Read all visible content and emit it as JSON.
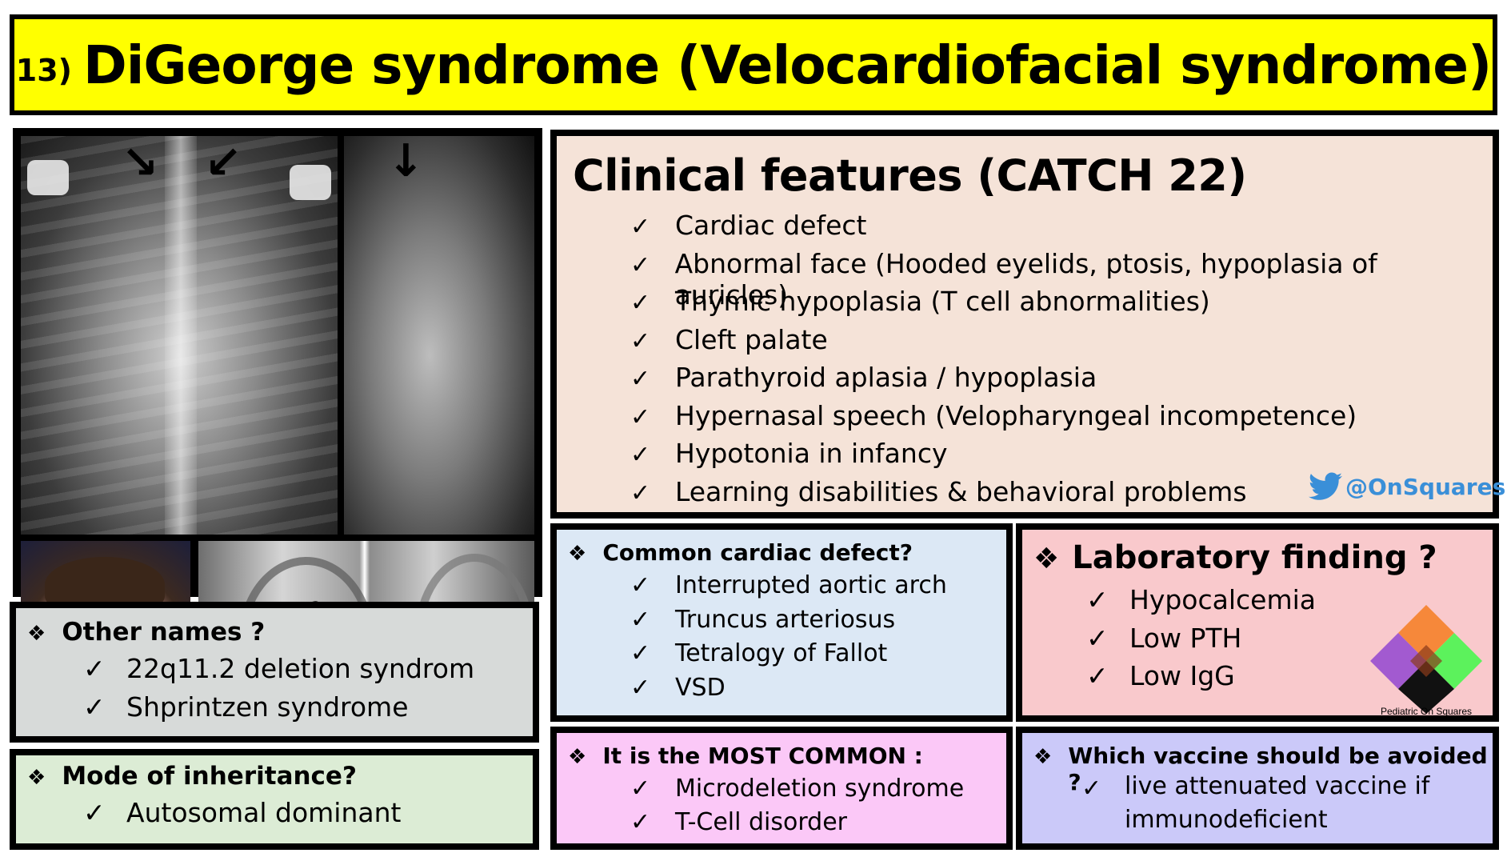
{
  "title": {
    "number": "13)",
    "text": "DiGeorge syndrome (Velocardiofacial syndrome)"
  },
  "images": {
    "icons": [
      "arrow-down-right",
      "arrow-down-left",
      "arrow-down"
    ]
  },
  "clinical": {
    "title": "Clinical features (CATCH 22)",
    "items": [
      "Cardiac defect",
      "Abnormal face (Hooded eyelids, ptosis, hypoplasia of auricles)",
      "Thymic hypoplasia (T cell abnormalities)",
      "Cleft palate",
      "Parathyroid aplasia / hypoplasia",
      "Hypernasal speech (Velopharyngeal incompetence)",
      "Hypotonia in infancy",
      "Learning disabilities & behavioral problems"
    ],
    "twitter_handle": "@OnSquares"
  },
  "cardiac": {
    "question": "Common cardiac defect?",
    "items": [
      "Interrupted aortic arch",
      "Truncus arteriosus",
      "Tetralogy of Fallot",
      "VSD"
    ]
  },
  "lab": {
    "question": "Laboratory finding ?",
    "items": [
      "Hypocalcemia",
      "Low PTH",
      "Low IgG"
    ],
    "logo_text": "Pediatric On Squares"
  },
  "other_names": {
    "question": "Other names ?",
    "items": [
      "22q11.2 deletion syndrom",
      "Shprintzen syndrome"
    ]
  },
  "inheritance": {
    "question": "Mode of inheritance?",
    "items": [
      "Autosomal dominant"
    ]
  },
  "most_common": {
    "question": "It is the MOST COMMON :",
    "items": [
      "Microdeletion syndrome",
      "T-Cell disorder"
    ]
  },
  "vaccine": {
    "question": "Which vaccine should be avoided ?",
    "items": [
      "live attenuated vaccine if immunodeficient"
    ]
  },
  "symbols": {
    "check": "✓",
    "diamond": "❖"
  },
  "colors": {
    "title_bg": "#ffff00",
    "clinical_bg": "#f5e3d8",
    "cardiac_bg": "#dce8f5",
    "lab_bg": "#f9c9cc",
    "other_names_bg": "#d7dad9",
    "inheritance_bg": "#dcecd5",
    "most_common_bg": "#fbc8f7",
    "vaccine_bg": "#cbc9f9",
    "twitter_blue": "#3a8fd8"
  }
}
